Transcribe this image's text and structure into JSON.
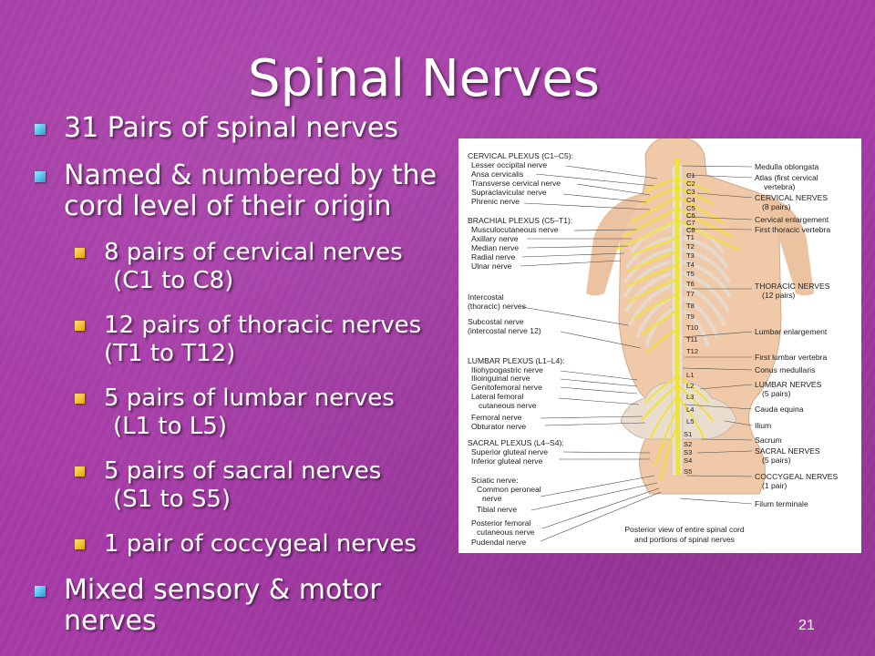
{
  "title": "Spinal Nerves",
  "bullets": {
    "b1": "31 Pairs of spinal nerves",
    "b2_line1": "Named & numbered by the",
    "b2_line2": "cord level of their origin",
    "sub": [
      {
        "line1": "8 pairs of cervical nerves",
        "line2": "(C1 to C8)"
      },
      {
        "line1": "12 pairs of thoracic nerves",
        "line2": "(T1 to T12)"
      },
      {
        "line1": "5 pairs of lumbar nerves",
        "line2": "(L1 to L5)"
      },
      {
        "line1": "5 pairs of sacral nerves",
        "line2": "(S1 to S5)"
      },
      {
        "line1": "1 pair of coccygeal nerves"
      }
    ],
    "b3_line1": "Mixed sensory & motor",
    "b3_line2": "nerves"
  },
  "figure": {
    "left_labels": {
      "cervical_plexus": "CERVICAL PLEXUS (C1–C5):",
      "lesser_occipital": "Lesser occipital nerve",
      "ansa_cervicalis": "Ansa cervicalis",
      "transverse_cervical": "Transverse cervical nerve",
      "supraclavicular": "Supraclavicular nerve",
      "phrenic": "Phrenic nerve",
      "brachial_plexus": "BRACHIAL PLEXUS (C5–T1):",
      "musculocutaneous": "Musculocutaneous nerve",
      "axillary": "Axillary nerve",
      "median": "Median nerve",
      "radial": "Radial nerve",
      "ulnar": "Ulnar nerve",
      "intercostal_1": "Intercostal",
      "intercostal_2": "(thoracic) nerves",
      "subcostal_1": "Subcostal nerve",
      "subcostal_2": "(intercostal nerve 12)",
      "lumbar_plexus": "LUMBAR PLEXUS (L1–L4):",
      "iliohypogastric": "Iliohypogastric nerve",
      "ilioinguinal": "Ilioinguinal nerve",
      "genitofemoral": "Genitofemoral nerve",
      "lateral_femoral_1": "Lateral femoral",
      "lateral_femoral_2": "cutaneous nerve",
      "femoral": "Femoral nerve",
      "obturator": "Obturator nerve",
      "sacral_plexus": "SACRAL PLEXUS (L4–S4):",
      "superior_gluteal": "Superior gluteal nerve",
      "inferior_gluteal": "Inferior gluteal nerve",
      "sciatic": "Sciatic nerve:",
      "common_peroneal_1": "Common peroneal",
      "common_peroneal_2": "nerve",
      "tibial": "Tibial nerve",
      "posterior_femoral_1": "Posterior femoral",
      "posterior_femoral_2": "cutaneous nerve",
      "pudendal": "Pudendal nerve"
    },
    "right_labels": {
      "medulla": "Medulla oblongata",
      "atlas_1": "Atlas (first cervical",
      "atlas_2": "vertebra)",
      "cervical_nerves_1": "CERVICAL NERVES",
      "cervical_nerves_2": "(8 pairs)",
      "cervical_enlargement": "Cervical enlargement",
      "first_thoracic": "First thoracic vertebra",
      "thoracic_nerves_1": "THORACIC NERVES",
      "thoracic_nerves_2": "(12 pairs)",
      "lumbar_enlargement": "Lumbar enlargement",
      "first_lumbar": "First lumbar vertebra",
      "conus": "Conus medullaris",
      "lumbar_nerves_1": "LUMBAR NERVES",
      "lumbar_nerves_2": "(5 pairs)",
      "cauda": "Cauda equina",
      "ilium": "Ilium",
      "sacrum": "Sacrum",
      "sacral_nerves_1": "SACRAL NERVES",
      "sacral_nerves_2": "(5 pairs)",
      "coccygeal_nerves_1": "COCCYGEAL NERVES",
      "coccygeal_nerves_2": "(1 pair)",
      "filum": "Filum terminale"
    },
    "segments": [
      "C1",
      "C2",
      "C3",
      "C4",
      "C5",
      "C6",
      "C7",
      "C8",
      "T1",
      "T2",
      "T3",
      "T4",
      "T5",
      "T6",
      "T7",
      "T8",
      "T9",
      "T10",
      "T11",
      "T12",
      "L1",
      "L2",
      "L3",
      "L4",
      "L5",
      "S1",
      "S2",
      "S3",
      "S4",
      "S5"
    ],
    "caption_1": "Posterior view of entire spinal cord",
    "caption_2": "and portions of spinal nerves"
  },
  "slide_number": "21",
  "colors": {
    "background": "#a53aa6",
    "bullet_level1": "#1f9fd6",
    "bullet_level2": "#e8a400",
    "nerve": "#f1e236",
    "skin": "#f0c9a8"
  }
}
